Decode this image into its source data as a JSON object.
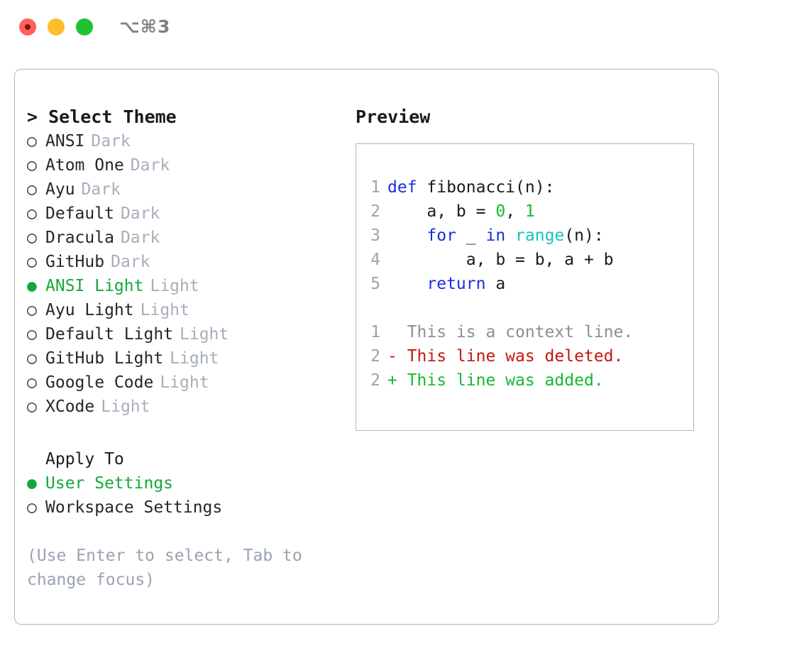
{
  "titlebar": {
    "shortcut": "⌥⌘3",
    "buttons": [
      {
        "name": "close",
        "color": "#ff6159"
      },
      {
        "name": "minimize",
        "color": "#ffbd2e"
      },
      {
        "name": "zoom",
        "color": "#1fc331"
      }
    ]
  },
  "colors": {
    "accent_green": "#14a83a",
    "muted": "#a7aebb",
    "hint": "#9aa3b1",
    "border": "#aeb6c2",
    "text": "#1b1b1f",
    "keyword": "#1a2ee0",
    "function": "#17c2c2",
    "number": "#12bb2f",
    "diff_add": "#12bb2f",
    "diff_del": "#c3160e",
    "diff_ctx": "#8a8f98"
  },
  "theme_panel": {
    "title": "> Select Theme",
    "marker_selected": "●",
    "marker_unselected": "○",
    "items": [
      {
        "name": "ANSI",
        "kind": "Dark",
        "selected": false
      },
      {
        "name": "Atom One",
        "kind": "Dark",
        "selected": false
      },
      {
        "name": "Ayu",
        "kind": "Dark",
        "selected": false
      },
      {
        "name": "Default",
        "kind": "Dark",
        "selected": false
      },
      {
        "name": "Dracula",
        "kind": "Dark",
        "selected": false
      },
      {
        "name": "GitHub",
        "kind": "Dark",
        "selected": false
      },
      {
        "name": "ANSI Light",
        "kind": "Light",
        "selected": true
      },
      {
        "name": "Ayu Light",
        "kind": "Light",
        "selected": false
      },
      {
        "name": "Default Light",
        "kind": "Light",
        "selected": false
      },
      {
        "name": "GitHub Light",
        "kind": "Light",
        "selected": false
      },
      {
        "name": "Google Code",
        "kind": "Light",
        "selected": false
      },
      {
        "name": "XCode",
        "kind": "Light",
        "selected": false
      }
    ]
  },
  "apply_to": {
    "title": "Apply To",
    "options": [
      {
        "label": "User Settings",
        "selected": true
      },
      {
        "label": "Workspace Settings",
        "selected": false
      }
    ]
  },
  "hint": "(Use Enter to select, Tab to change focus)",
  "preview": {
    "title": "Preview",
    "code_lines": [
      {
        "num": "1",
        "tokens": [
          {
            "t": "def",
            "c": "kw"
          },
          {
            "t": " fibonacci(n):",
            "c": "plain"
          }
        ]
      },
      {
        "num": "2",
        "tokens": [
          {
            "t": "    a, b = ",
            "c": "plain"
          },
          {
            "t": "0",
            "c": "num"
          },
          {
            "t": ", ",
            "c": "plain"
          },
          {
            "t": "1",
            "c": "num"
          }
        ]
      },
      {
        "num": "3",
        "tokens": [
          {
            "t": "    ",
            "c": "plain"
          },
          {
            "t": "for",
            "c": "kw"
          },
          {
            "t": " _ ",
            "c": "plain"
          },
          {
            "t": "in",
            "c": "kw"
          },
          {
            "t": " ",
            "c": "plain"
          },
          {
            "t": "range",
            "c": "fn"
          },
          {
            "t": "(n):",
            "c": "plain"
          }
        ]
      },
      {
        "num": "4",
        "tokens": [
          {
            "t": "        a, b = b, a + b",
            "c": "plain"
          }
        ]
      },
      {
        "num": "5",
        "tokens": [
          {
            "t": "    ",
            "c": "plain"
          },
          {
            "t": "return",
            "c": "kw"
          },
          {
            "t": " a",
            "c": "plain"
          }
        ]
      }
    ],
    "diff_lines": [
      {
        "num": "1",
        "text": "  This is a context line.",
        "kind": "ctx"
      },
      {
        "num": "2",
        "text": "- This line was deleted.",
        "kind": "del"
      },
      {
        "num": "2",
        "text": "+ This line was added.",
        "kind": "add"
      }
    ]
  }
}
